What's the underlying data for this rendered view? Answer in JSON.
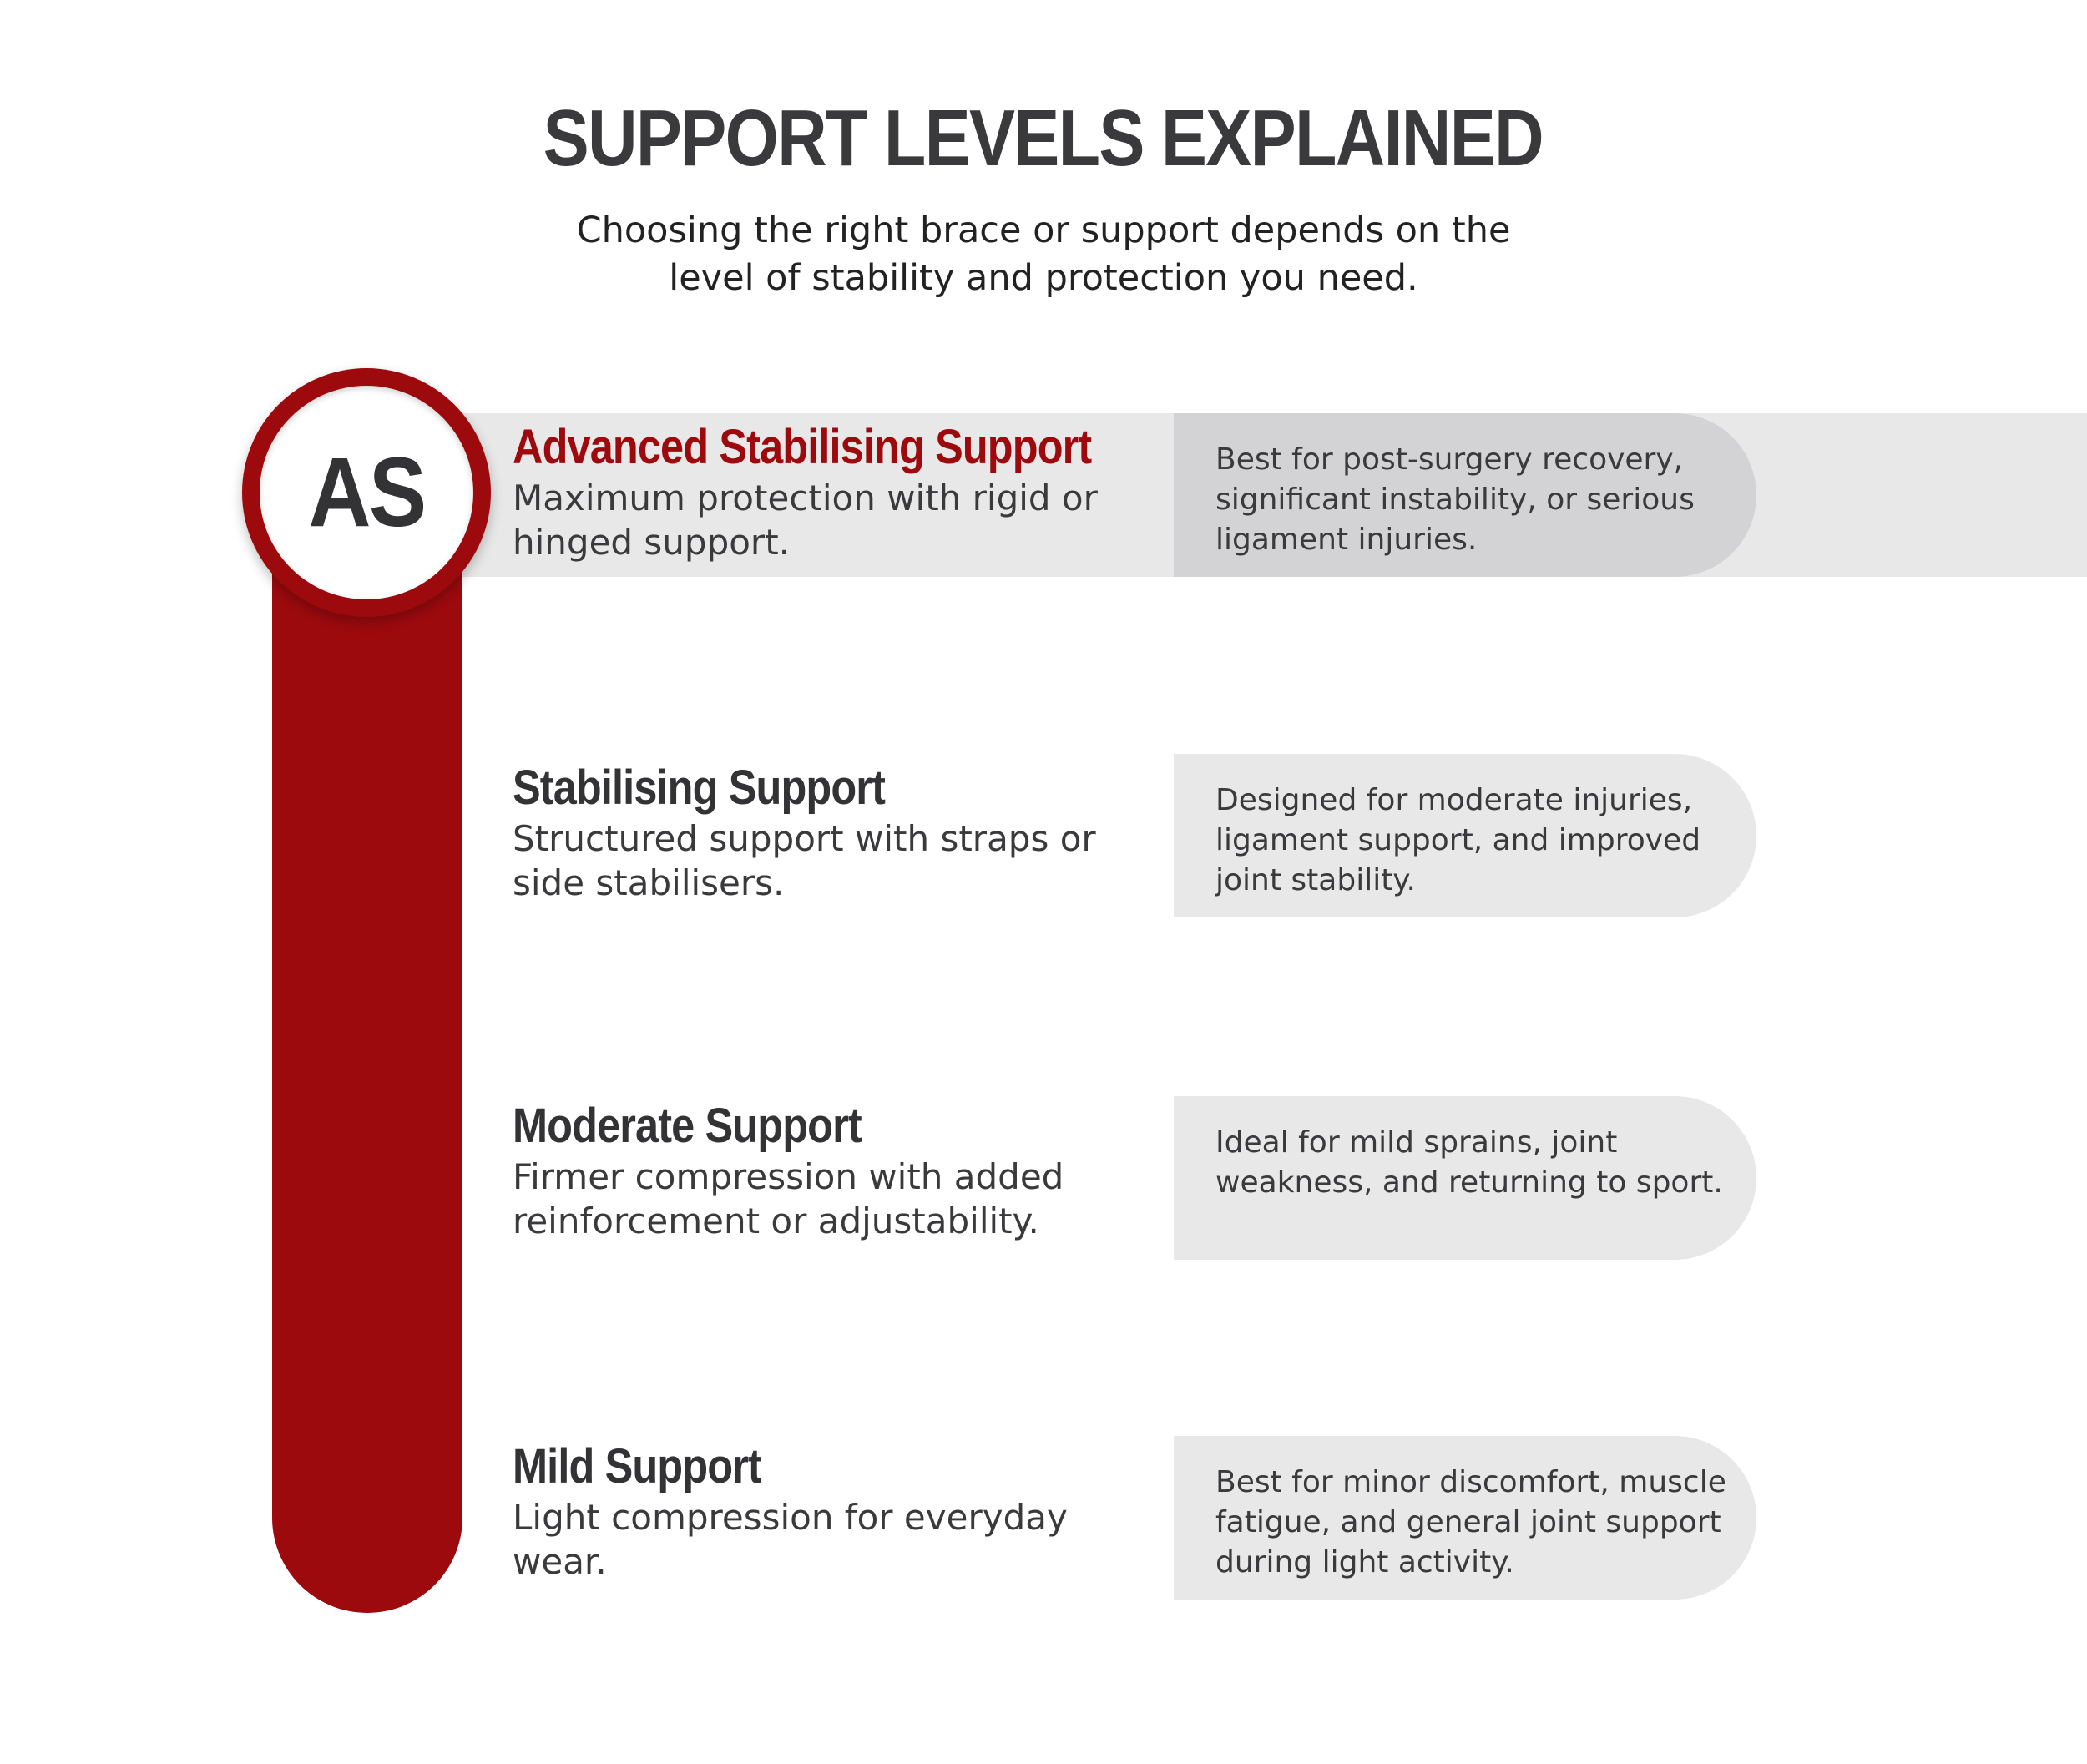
{
  "header": {
    "title": "SUPPORT LEVELS EXPLAINED",
    "subtitle_line1": "Choosing the right brace or support depends on the",
    "subtitle_line2": "level of stability and protection you need."
  },
  "badge": {
    "label": "AS"
  },
  "levels": [
    {
      "title": "Advanced Stabilising Support",
      "description": "Maximum protection with rigid or hinged support.",
      "use_case": "Best for post-surgery recovery, significant instability, or serious ligament injuries.",
      "active": true
    },
    {
      "title": "Stabilising Support",
      "description": "Structured support with straps or side stabilisers.",
      "use_case": "Designed for moderate injuries, ligament support, and improved joint stability.",
      "active": false
    },
    {
      "title": "Moderate Support",
      "description": "Firmer compression with added reinforcement or adjustability.",
      "use_case": "Ideal for mild sprains, joint weakness, and returning to sport.",
      "active": false
    },
    {
      "title": "Mild Support",
      "description": "Light compression for everyday wear.",
      "use_case": "Best for minor discomfort, muscle fatigue, and general joint support during light activity.",
      "active": false
    }
  ],
  "colors": {
    "accent": "#9c0a0e",
    "text_dark": "#333335",
    "band_grey": "#e8e8e9",
    "pill_active_grey": "#d3d3d5"
  }
}
